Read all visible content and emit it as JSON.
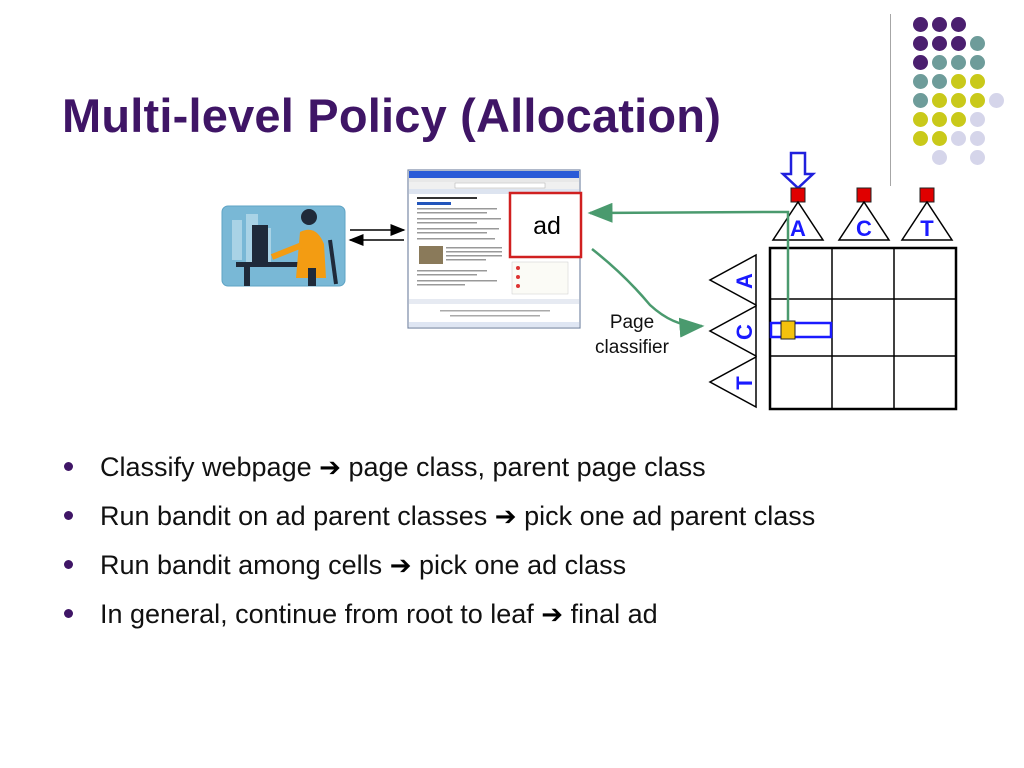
{
  "title": "Multi-level Policy (Allocation)",
  "bullets": [
    {
      "before": "Classify webpage",
      "after": "page class, parent page class"
    },
    {
      "before": "Run bandit on ad parent classes",
      "after": "pick one ad parent class"
    },
    {
      "before": "Run bandit among cells",
      "after": "pick one ad class"
    },
    {
      "before": "In general, continue from root to leaf",
      "after": "final ad"
    }
  ],
  "arrow_glyph": "➔",
  "diagram": {
    "ad_label": "ad",
    "page_classifier": [
      "Page",
      "classifier"
    ],
    "column_letters": [
      "A",
      "C",
      "T"
    ],
    "row_letters": [
      "A",
      "C",
      "T"
    ]
  },
  "colors": {
    "title": "#3f1566",
    "grid_tri": "#1a1aff",
    "red": "#e00000",
    "yellow": "#f4c20d",
    "green_arrow": "#4a9a6e",
    "dot_purple": "#4b1f6f",
    "dot_teal": "#6e9c9a",
    "dot_yellow": "#c9c91a",
    "dot_lavender": "#d5d5ea"
  }
}
